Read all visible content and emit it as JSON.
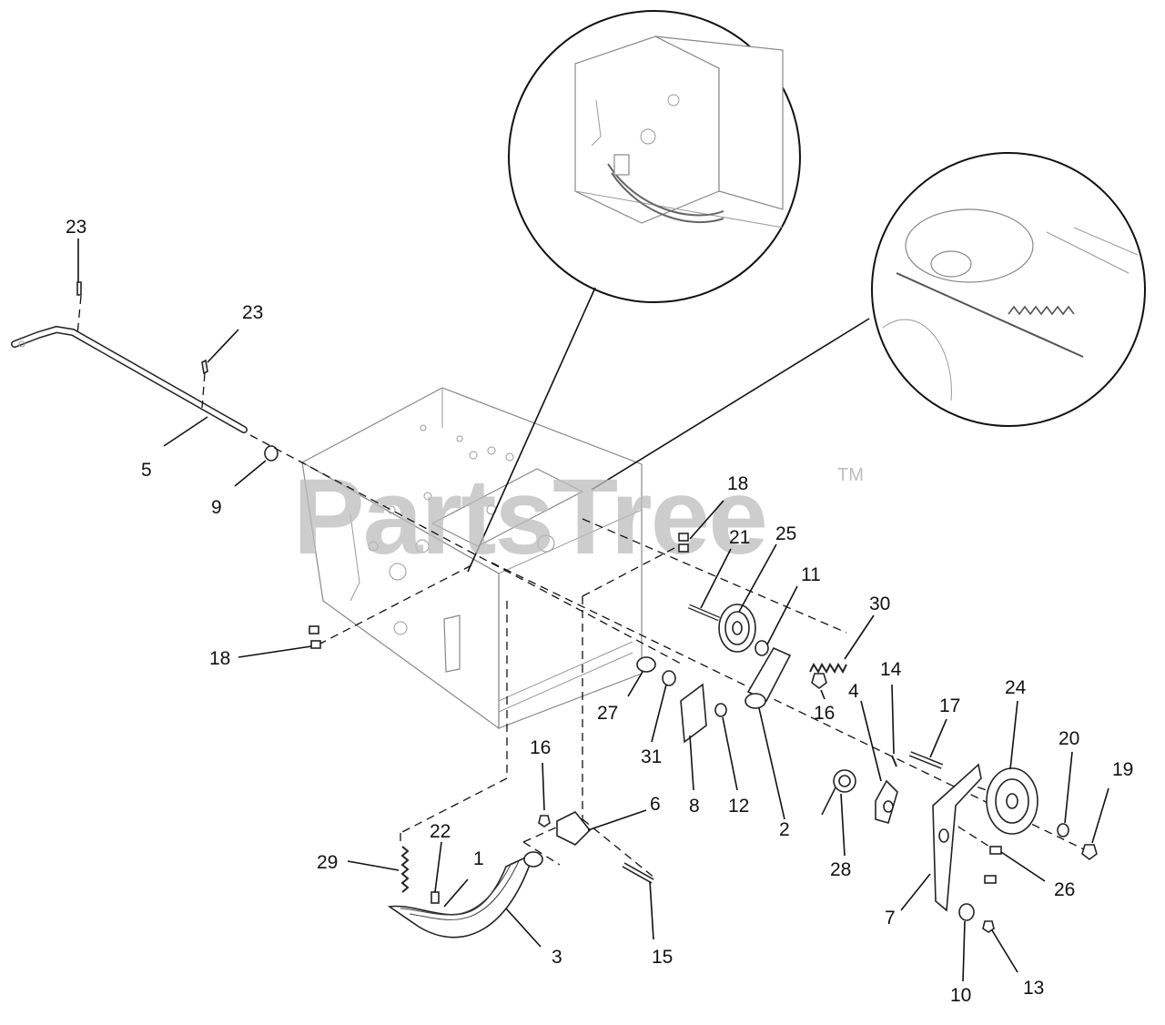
{
  "watermark": {
    "text": "PartsTree",
    "trademark": "TM"
  },
  "callouts": [
    {
      "id": "callout-23-top",
      "label": "23"
    },
    {
      "id": "callout-23-right",
      "label": "23"
    },
    {
      "id": "callout-5",
      "label": "5"
    },
    {
      "id": "callout-9",
      "label": "9"
    },
    {
      "id": "callout-18-right",
      "label": "18"
    },
    {
      "id": "callout-21",
      "label": "21"
    },
    {
      "id": "callout-25",
      "label": "25"
    },
    {
      "id": "callout-11",
      "label": "11"
    },
    {
      "id": "callout-30",
      "label": "30"
    },
    {
      "id": "callout-18-left",
      "label": "18"
    },
    {
      "id": "callout-14",
      "label": "14"
    },
    {
      "id": "callout-17",
      "label": "17"
    },
    {
      "id": "callout-24",
      "label": "24"
    },
    {
      "id": "callout-4",
      "label": "4"
    },
    {
      "id": "callout-16-right",
      "label": "16"
    },
    {
      "id": "callout-27",
      "label": "27"
    },
    {
      "id": "callout-31",
      "label": "31"
    },
    {
      "id": "callout-8",
      "label": "8"
    },
    {
      "id": "callout-12",
      "label": "12"
    },
    {
      "id": "callout-2",
      "label": "2"
    },
    {
      "id": "callout-20",
      "label": "20"
    },
    {
      "id": "callout-19",
      "label": "19"
    },
    {
      "id": "callout-16-left",
      "label": "16"
    },
    {
      "id": "callout-6",
      "label": "6"
    },
    {
      "id": "callout-22",
      "label": "22"
    },
    {
      "id": "callout-1",
      "label": "1"
    },
    {
      "id": "callout-29",
      "label": "29"
    },
    {
      "id": "callout-3",
      "label": "3"
    },
    {
      "id": "callout-15",
      "label": "15"
    },
    {
      "id": "callout-28",
      "label": "28"
    },
    {
      "id": "callout-26",
      "label": "26"
    },
    {
      "id": "callout-7",
      "label": "7"
    },
    {
      "id": "callout-10",
      "label": "10"
    },
    {
      "id": "callout-13",
      "label": "13"
    }
  ]
}
